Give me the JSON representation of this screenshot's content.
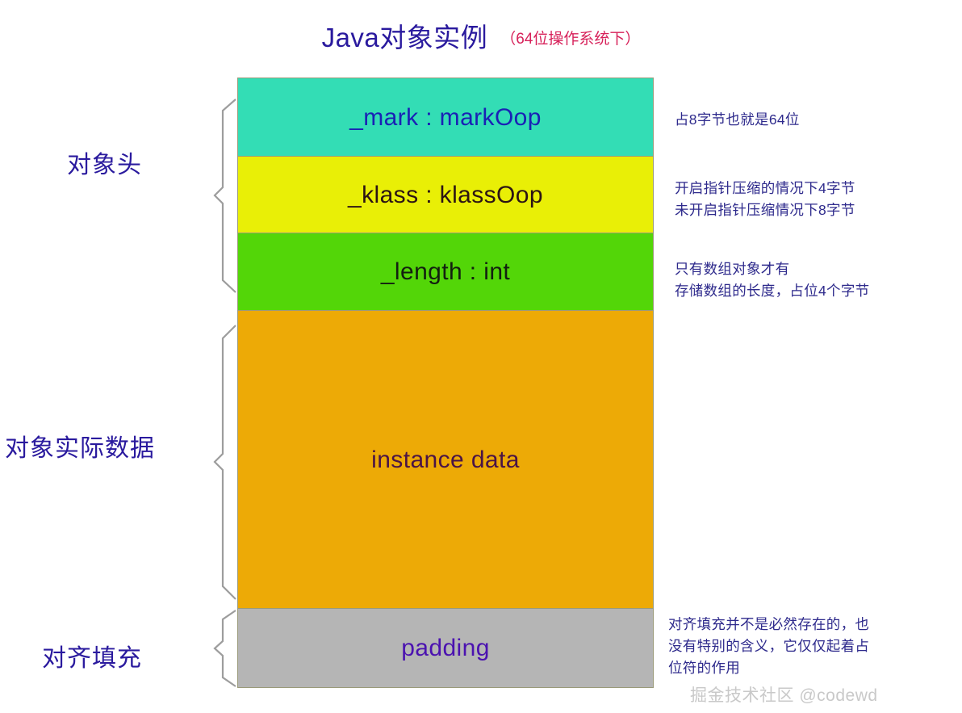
{
  "title": {
    "main": "Java对象实例",
    "note": "（64位操作系统下）",
    "main_color": "#2a1a9e",
    "note_color": "#d7215a"
  },
  "sections": [
    {
      "name": "object-header",
      "label": "对象头"
    },
    {
      "name": "instance-data",
      "label": "对象实际数据"
    },
    {
      "name": "alignment-padding",
      "label": "对齐填充"
    }
  ],
  "blocks": [
    {
      "name": "mark",
      "label": "_mark : markOop",
      "color": "#33ddb5",
      "text_color": "#1a21b5"
    },
    {
      "name": "klass",
      "label": "_klass : klassOop",
      "color": "#e9ef06",
      "text_color": "#2c1414"
    },
    {
      "name": "length",
      "label": "_length : int",
      "color": "#53d608",
      "text_color": "#132010"
    },
    {
      "name": "instance",
      "label": "instance data",
      "color": "#edaa06",
      "text_color": "#4a1446"
    },
    {
      "name": "padding",
      "label": "padding",
      "color": "#b5b5b5",
      "text_color": "#4b12b0"
    }
  ],
  "annotations": {
    "mark": {
      "line1": "占8字节也就是64位"
    },
    "klass": {
      "line1": "开启指针压缩的情况下4字节",
      "line2": "未开启指针压缩情况下8字节"
    },
    "length": {
      "line1": "只有数组对象才有",
      "line2": "存储数组的长度，占位4个字节"
    },
    "padding": {
      "line1": "对齐填充并不是必然存在的，也",
      "line2": "没有特别的含义，它仅仅起着占",
      "line3": "位符的作用"
    }
  },
  "watermark": "掘金技术社区 @codewd",
  "colors": {
    "brace": "#9d9d9d",
    "border": "#9a9a7a",
    "annotation_text": "#2e2a8c",
    "watermark_text": "#c9c9c9",
    "background": "#ffffff"
  }
}
